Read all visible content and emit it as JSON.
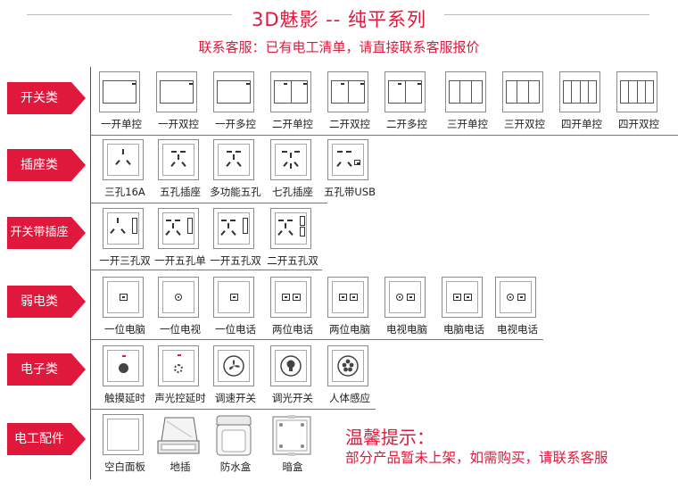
{
  "header": {
    "title": "3D魅影 -- 纯平系列",
    "subtitle": "联系客服：已有电工清单，请直接联系客服报价"
  },
  "colors": {
    "accent": "#e0193c",
    "line": "#555555"
  },
  "categories": [
    {
      "label": "开关类",
      "items": [
        "一开单控",
        "一开双控",
        "一开多控",
        "二开单控",
        "二开双控",
        "二开多控",
        "三开单控",
        "三开双控",
        "四开单控",
        "四开双控"
      ]
    },
    {
      "label": "插座类",
      "items": [
        "三孔16A",
        "五孔插座",
        "多功能五孔",
        "七孔插座",
        "五孔带USB"
      ]
    },
    {
      "label": "开关带插座",
      "items": [
        "一开三孔双",
        "一开五孔单",
        "一开五孔双",
        "二开五孔双"
      ]
    },
    {
      "label": "弱电类",
      "items": [
        "一位电脑",
        "一位电视",
        "一位电话",
        "两位电话",
        "两位电脑",
        "电视电脑",
        "电脑电话",
        "电视电话"
      ]
    },
    {
      "label": "电子类",
      "items": [
        "触摸延时",
        "声光控延时",
        "调速开关",
        "调光开关",
        "人体感应"
      ]
    },
    {
      "label": "电工配件",
      "items": [
        "空白面板",
        "地插",
        "防水盒",
        "暗盒"
      ]
    }
  ],
  "tip": {
    "title": "温馨提示：",
    "text": "部分产品暂未上架，如需购买，请联系客服"
  }
}
